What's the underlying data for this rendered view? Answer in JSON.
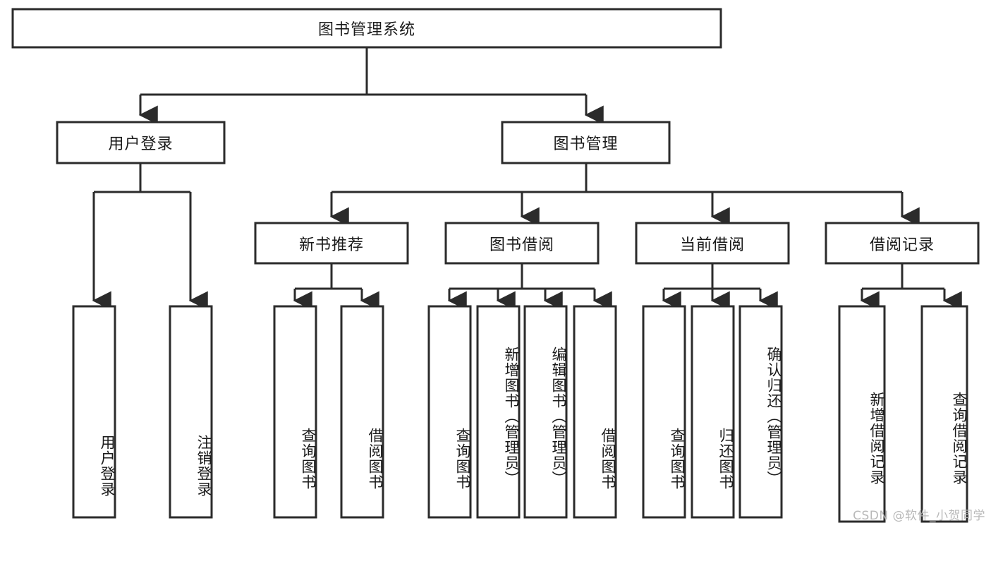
{
  "diagram": {
    "type": "hierarchy-tree",
    "title_node": "图书管理系统",
    "watermark": "CSDN @软件_小贺同学",
    "colors": {
      "stroke": "#2b2b2b",
      "fill": "#ffffff",
      "text": "#1a1a1a",
      "watermark": "#b9b9b9",
      "background": "#ffffff"
    },
    "levels": {
      "level1": [
        {
          "id": "root",
          "label": "图书管理系统",
          "orientation": "horizontal"
        }
      ],
      "level2": [
        {
          "id": "user-login",
          "label": "用户登录",
          "orientation": "horizontal"
        },
        {
          "id": "book-management",
          "label": "图书管理",
          "orientation": "horizontal"
        }
      ],
      "level3": [
        {
          "id": "new-book-recommend",
          "label": "新书推荐",
          "orientation": "horizontal",
          "parent": "book-management"
        },
        {
          "id": "book-borrow",
          "label": "图书借阅",
          "orientation": "horizontal",
          "parent": "book-management"
        },
        {
          "id": "current-borrow",
          "label": "当前借阅",
          "orientation": "horizontal",
          "parent": "book-management"
        },
        {
          "id": "borrow-record",
          "label": "借阅记录",
          "orientation": "horizontal",
          "parent": "book-management"
        }
      ],
      "leaves": [
        {
          "id": "leaf-user-login",
          "label": "用户登录",
          "orientation": "vertical",
          "parent": "user-login"
        },
        {
          "id": "leaf-user-logout",
          "label": "注销登录",
          "orientation": "vertical",
          "parent": "user-login"
        },
        {
          "id": "leaf-query-book-1",
          "label": "查询图书",
          "orientation": "vertical",
          "parent": "new-book-recommend"
        },
        {
          "id": "leaf-borrow-book-1",
          "label": "借阅图书",
          "orientation": "vertical",
          "parent": "new-book-recommend"
        },
        {
          "id": "leaf-query-book-2",
          "label": "查询图书",
          "orientation": "vertical",
          "parent": "book-borrow"
        },
        {
          "id": "leaf-add-book",
          "label": "新增图书（管理员）",
          "orientation": "vertical",
          "parent": "book-borrow"
        },
        {
          "id": "leaf-edit-book",
          "label": "编辑图书（管理员）",
          "orientation": "vertical",
          "parent": "book-borrow"
        },
        {
          "id": "leaf-borrow-book-2",
          "label": "借阅图书",
          "orientation": "vertical",
          "parent": "book-borrow"
        },
        {
          "id": "leaf-query-book-3",
          "label": "查询图书",
          "orientation": "vertical",
          "parent": "current-borrow"
        },
        {
          "id": "leaf-return-book",
          "label": "归还图书",
          "orientation": "vertical",
          "parent": "current-borrow"
        },
        {
          "id": "leaf-confirm-return",
          "label": "确认归还（管理员）",
          "orientation": "vertical",
          "parent": "current-borrow"
        },
        {
          "id": "leaf-add-record",
          "label": "新增借阅记录",
          "orientation": "vertical",
          "parent": "borrow-record"
        },
        {
          "id": "leaf-query-record",
          "label": "查询借阅记录",
          "orientation": "vertical",
          "parent": "borrow-record"
        }
      ]
    }
  }
}
